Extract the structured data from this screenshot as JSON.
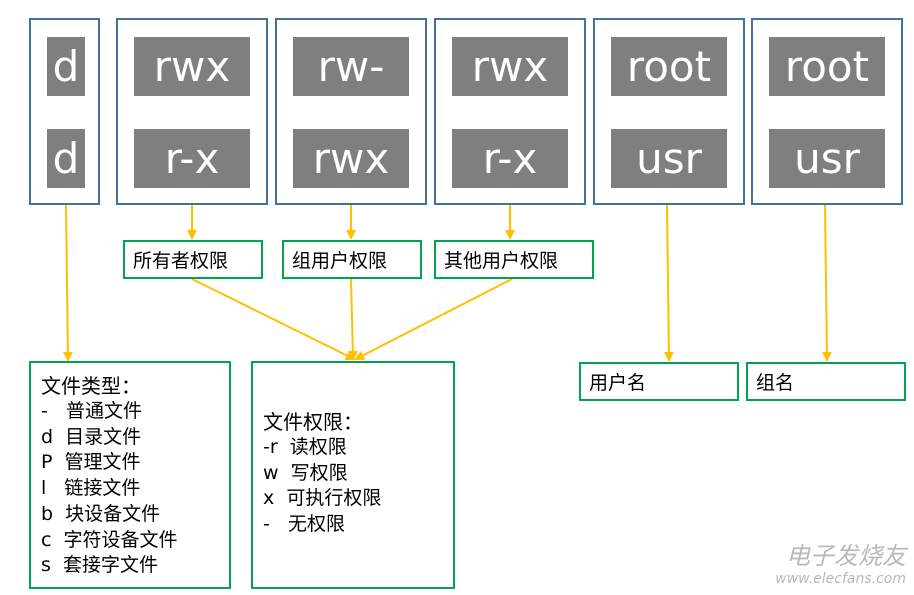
{
  "columns": [
    {
      "top": "d",
      "bottom": "d"
    },
    {
      "top": "rwx",
      "bottom": "r-x"
    },
    {
      "top": "rw-",
      "bottom": "rwx"
    },
    {
      "top": "rwx",
      "bottom": "r-x"
    },
    {
      "top": "root",
      "bottom": "usr"
    },
    {
      "top": "root",
      "bottom": "usr"
    }
  ],
  "perm_labels": [
    "所有者权限",
    "组用户权限",
    "其他用户权限"
  ],
  "file_type_box": {
    "title": "文件类型：",
    "lines": [
      "-   普通文件",
      "d  目录文件",
      "P  管理文件",
      "l   链接文件",
      "b  块设备文件",
      "c  字符设备文件",
      "s  套接字文件"
    ]
  },
  "file_perm_box": {
    "title": "文件权限：",
    "lines": [
      "-r  读权限",
      "w  写权限",
      "x  可执行权限",
      "-   无权限"
    ]
  },
  "user_name_label": "用户名",
  "group_name_label": "组名",
  "watermark": {
    "logo": "电子发烧友",
    "url": "www.elecfans.com"
  },
  "colors": {
    "column_border": "#41719c",
    "cell_fill": "#7f7f7f",
    "green_border": "#00a550",
    "arrow": "#ffc000"
  }
}
